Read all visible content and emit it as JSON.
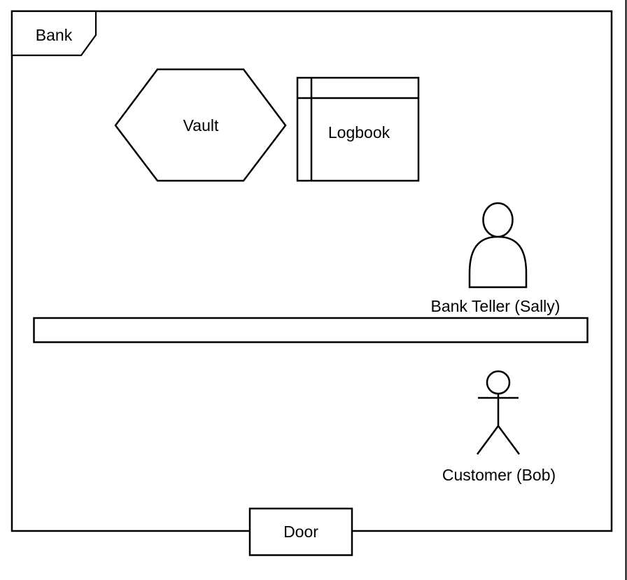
{
  "diagram": {
    "room": {
      "label": "Bank"
    },
    "vault": {
      "label": "Vault"
    },
    "logbook": {
      "label": "Logbook"
    },
    "teller": {
      "label": "Bank Teller (Sally)"
    },
    "customer": {
      "label": "Customer (Bob)"
    },
    "door": {
      "label": "Door"
    },
    "colors": {
      "stroke": "#000000",
      "background": "#ffffff",
      "text": "#000000"
    }
  }
}
